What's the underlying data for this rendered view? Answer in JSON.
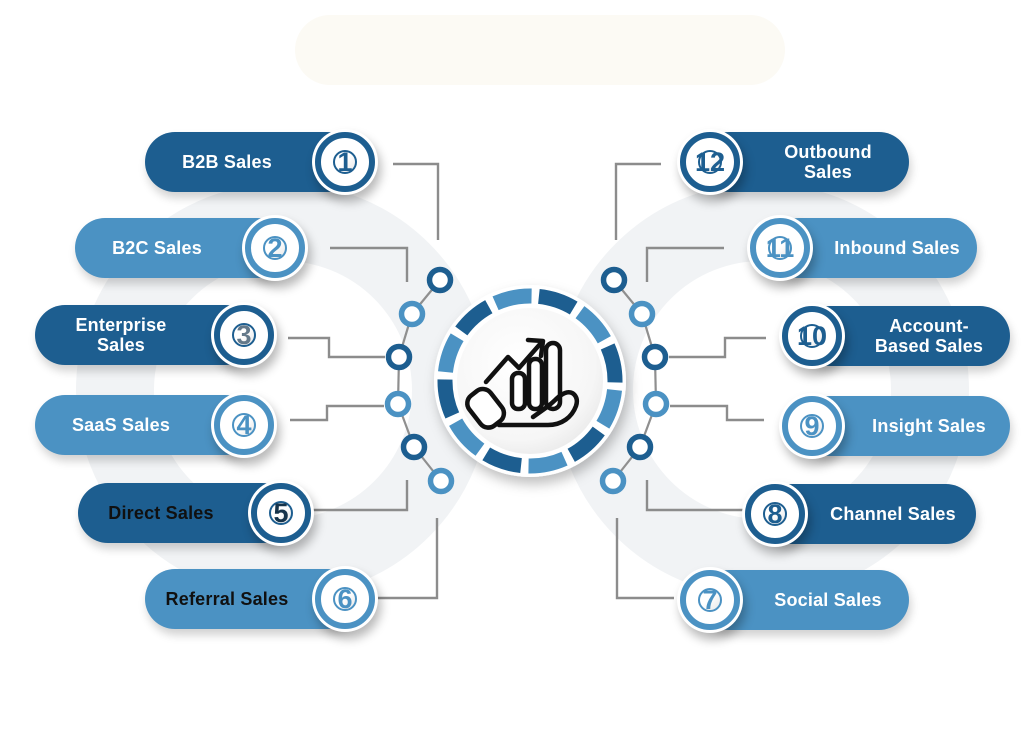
{
  "diagram": {
    "title_semantic": "types-of-sales-infographic",
    "center": {
      "icon": "hand-holding-growth-bar-chart"
    },
    "palette": {
      "dark_blue": "#1d5e90",
      "light_blue": "#4b92c3",
      "navy_number": "#16344b",
      "gray_number": "#64798a",
      "connector_gray": "#8c8c8c",
      "text_white": "#ffffff",
      "text_black": "#101010"
    },
    "items": [
      {
        "number": "1",
        "label": "B2B Sales",
        "variant": "dark",
        "side": "left"
      },
      {
        "number": "2",
        "label": "B2C Sales",
        "variant": "light",
        "side": "left"
      },
      {
        "number": "3",
        "label": "Enterprise Sales",
        "variant": "dark",
        "side": "left"
      },
      {
        "number": "4",
        "label": "SaaS Sales",
        "variant": "light",
        "side": "left"
      },
      {
        "number": "5",
        "label": "Direct Sales",
        "variant": "dark",
        "side": "left"
      },
      {
        "number": "6",
        "label": "Referral Sales",
        "variant": "light",
        "side": "left"
      },
      {
        "number": "7",
        "label": "Social Sales",
        "variant": "light",
        "side": "right"
      },
      {
        "number": "8",
        "label": "Channel Sales",
        "variant": "dark",
        "side": "right"
      },
      {
        "number": "9",
        "label": "Insight Sales",
        "variant": "light",
        "side": "right"
      },
      {
        "number": "10",
        "label": "Account-Based Sales",
        "variant": "dark",
        "side": "right"
      },
      {
        "number": "11",
        "label": "Inbound Sales",
        "variant": "light",
        "side": "right"
      },
      {
        "number": "12",
        "label": "Outbound Sales",
        "variant": "dark",
        "side": "right"
      }
    ]
  }
}
